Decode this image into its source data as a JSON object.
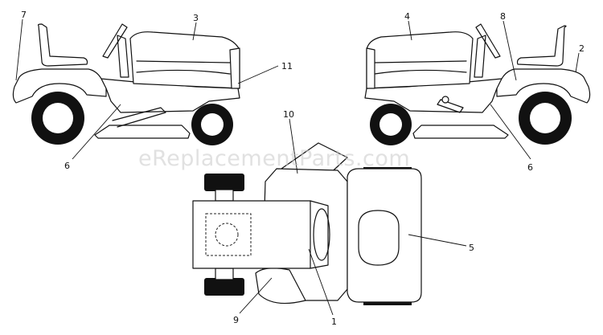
{
  "watermark": "eReplacementParts.com",
  "callouts": {
    "c1": "1",
    "c2": "2",
    "c3": "3",
    "c4": "4",
    "c5": "5",
    "c6_left": "6",
    "c6_right": "6",
    "c7": "7",
    "c8": "8",
    "c9": "9",
    "c10": "10",
    "c11": "11"
  }
}
